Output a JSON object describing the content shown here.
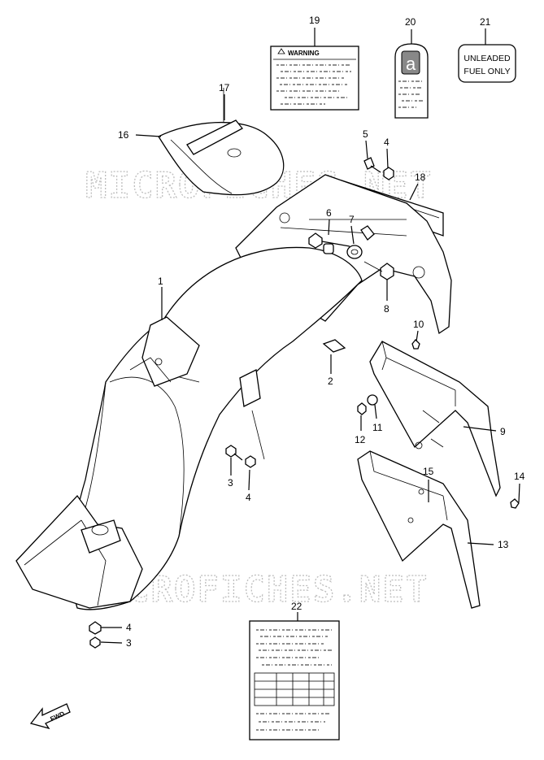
{
  "watermark": {
    "text": "MICROFICHES.NET"
  },
  "labels": {
    "warning": "WARNING",
    "label20_letter": "a",
    "label21_line1": "UNLEADED",
    "label21_line2": "FUEL ONLY",
    "fwd": "FWD"
  },
  "callouts": {
    "c1": "1",
    "c2": "2",
    "c3a": "3",
    "c3b": "3",
    "c4a": "4",
    "c4b": "4",
    "c4c": "4",
    "c5": "5",
    "c6": "6",
    "c7": "7",
    "c8": "8",
    "c9": "9",
    "c10": "10",
    "c11": "11",
    "c12": "12",
    "c13": "13",
    "c14": "14",
    "c15": "15",
    "c16": "16",
    "c17": "17",
    "c18": "18",
    "c19": "19",
    "c20": "20",
    "c21": "21",
    "c22": "22"
  }
}
